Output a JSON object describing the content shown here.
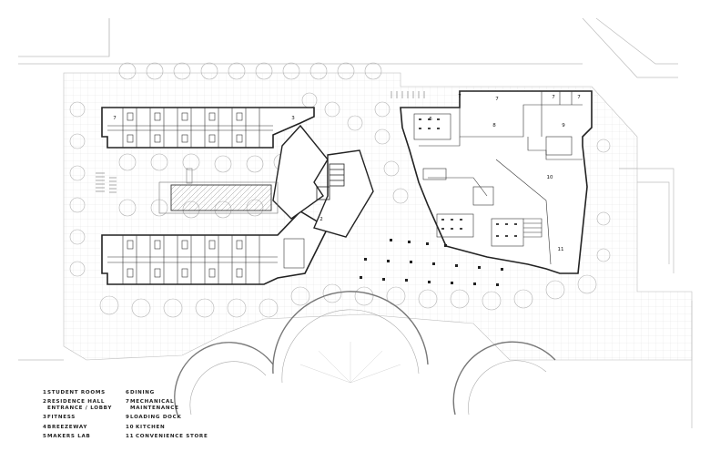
{
  "plan": {
    "room_numbers": [
      "7",
      "3",
      "2",
      "7",
      "7",
      "7",
      "7",
      "6",
      "8",
      "9",
      "10",
      "11"
    ]
  },
  "legend": {
    "left": [
      {
        "num": "1",
        "label": "STUDENT ROOMS"
      },
      {
        "num": "2",
        "label": "RESIDENCE HALL\nENTRANCE / LOBBY"
      },
      {
        "num": "3",
        "label": "FITNESS"
      },
      {
        "num": "4",
        "label": "BREEZEWAY"
      },
      {
        "num": "5",
        "label": "MAKERS LAB"
      }
    ],
    "right": [
      {
        "num": "6",
        "label": "DINING"
      },
      {
        "num": "7",
        "label": "MECHANICAL\nMAINTENANCE"
      },
      {
        "num": "9",
        "label": "LOADING DOCK"
      },
      {
        "num": "10",
        "label": "KITCHEN"
      },
      {
        "num": "11",
        "label": "CONVENIENCE STORE"
      }
    ]
  },
  "colors": {
    "line": "#333333",
    "light": "#b5b5b5",
    "bg": "#ffffff"
  }
}
